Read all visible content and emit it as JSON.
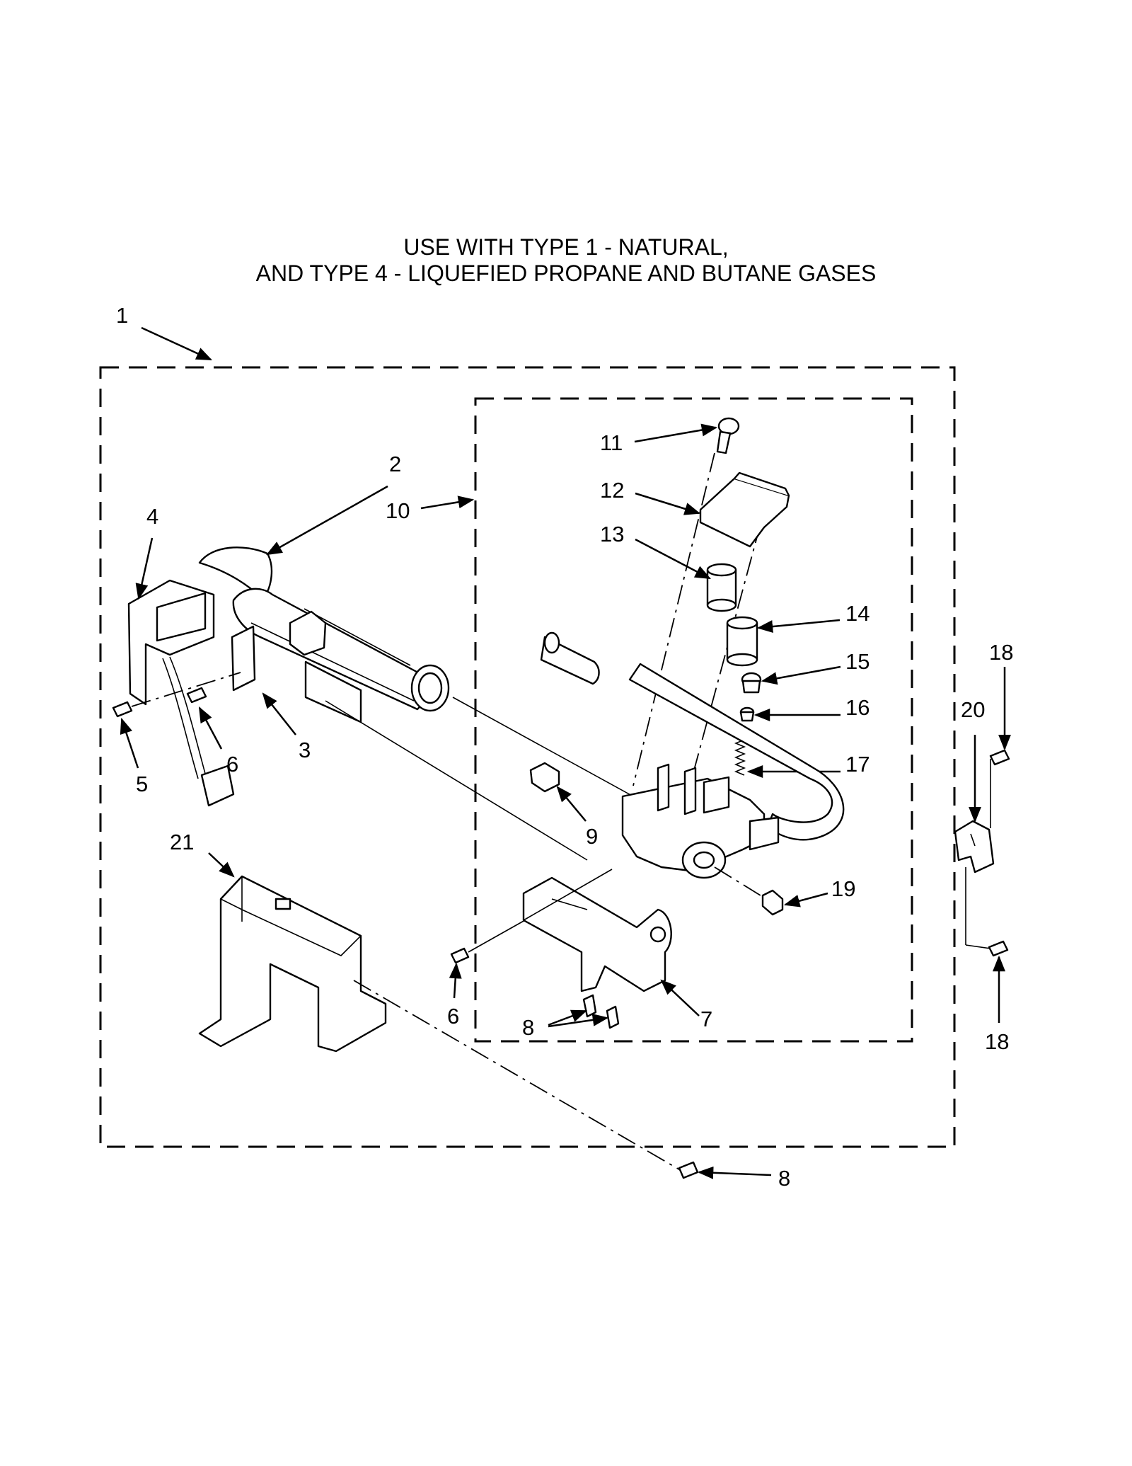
{
  "title": {
    "line1": "USE WITH TYPE 1 - NATURAL,",
    "line2": "AND TYPE 4 - LIQUEFIED PROPANE AND BUTANE GASES"
  },
  "callouts": {
    "c1": "1",
    "c2": "2",
    "c3": "3",
    "c4": "4",
    "c5": "5",
    "c6a": "6",
    "c6b": "6",
    "c7": "7",
    "c8a": "8",
    "c8b": "8",
    "c9": "9",
    "c10": "10",
    "c11": "11",
    "c12": "12",
    "c13": "13",
    "c14": "14",
    "c15": "15",
    "c16": "16",
    "c17": "17",
    "c18a": "18",
    "c18b": "18",
    "c19": "19",
    "c20": "20",
    "c21": "21"
  }
}
